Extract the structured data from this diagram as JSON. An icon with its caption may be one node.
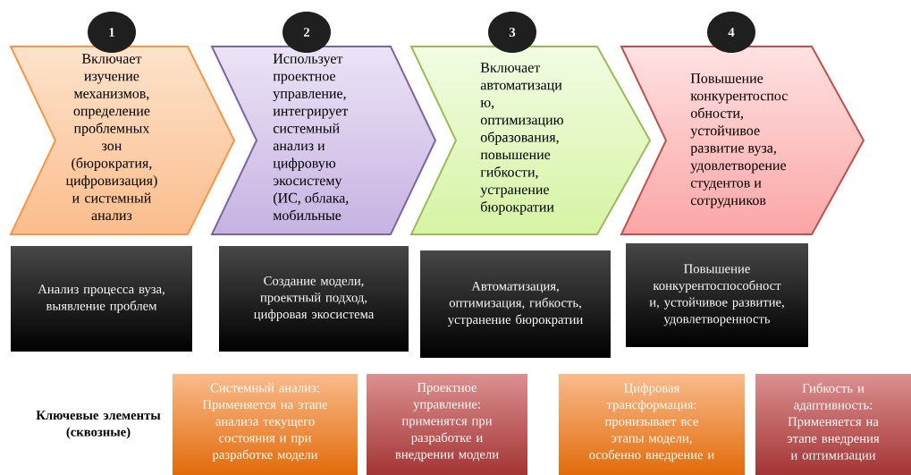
{
  "diagram": {
    "nodes": [
      {
        "text": [
          "1"
        ]
      },
      {
        "text": [
          "2"
        ]
      },
      {
        "text": [
          "3"
        ]
      },
      {
        "text": [
          "4"
        ]
      },
      {
        "text": [
          "Включает изучение механизмов, определение проблемных зон (бюрократия, цифровизация) и системный анализ"
        ]
      },
      {
        "text": [
          "Использует проектное управление, интегрирует системный анализ и цифровую экосистему (ИС, облака, мобильные"
        ]
      },
      {
        "text": [
          "Включает автоматизаци ю, оптимизацию образования, повышение гибкости, устранение бюрократии"
        ]
      },
      {
        "text": [
          "Повышение конкурентоспос обности, устойчивое развитие вуза, удовлетворение студентов и сотрудников"
        ]
      },
      {
        "text": [
          "Анализ процесса вуза, выявление проблем"
        ]
      },
      {
        "text": [
          "Создание модели, проектный подход, цифровая экосистема"
        ]
      },
      {
        "text": [
          "Автоматизация, оптимизация, гибкость, устранение бюрократии"
        ]
      },
      {
        "text": [
          "Повышение конкурентоспособност и, устойчивое развитие, удовлетворенность"
        ]
      },
      {
        "text": [
          "Системный анализ: Применяется на этапе анализа текущего состояния и при разработке модели"
        ]
      },
      {
        "text": [
          "Проектное управление: применятся при разработке и внедрении модели"
        ]
      },
      {
        "text": [
          "Цифровая трансформация: пронизывает все этапы модели, особенно внедрение и"
        ]
      },
      {
        "text": [
          "Гибкость и адаптивность: Применяется на этапе внедрения и оптимизации"
        ]
      }
    ],
    "edges": [],
    "labels": [
      "Ключевые элементы (сквозные)"
    ]
  }
}
